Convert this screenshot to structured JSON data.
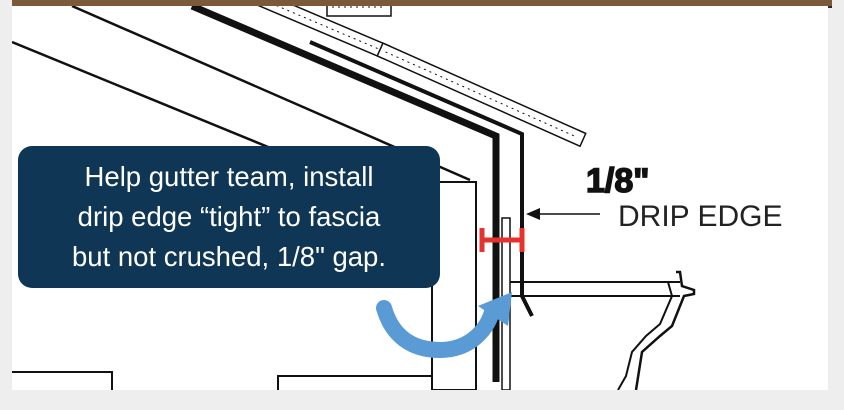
{
  "callout": {
    "lines": [
      "Help gutter team, install",
      "drip edge “tight” to fascia",
      "but not crushed, 1/8\" gap."
    ]
  },
  "labels": {
    "gap_measure": "1/8\"",
    "drip_edge": "DRIP EDGE"
  },
  "colors": {
    "callout_bg": "#0f3654",
    "gap_marker": "#e8322e",
    "arrow": "#5b9bd5",
    "line_art": "#111111"
  }
}
